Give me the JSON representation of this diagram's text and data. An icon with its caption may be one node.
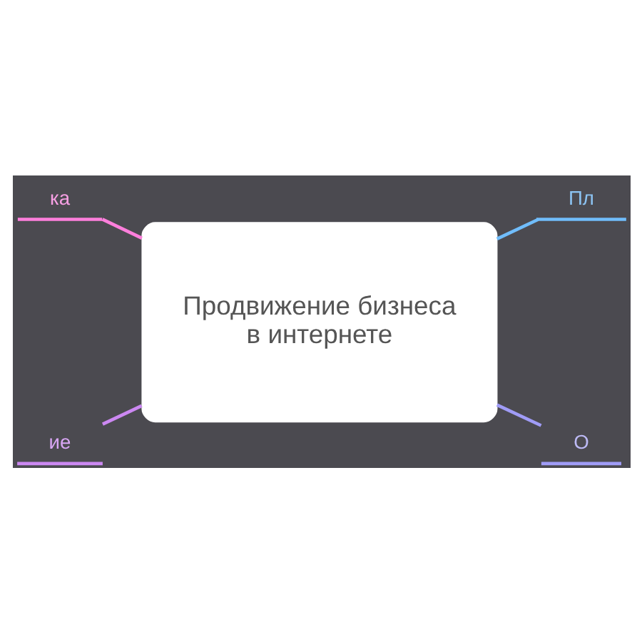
{
  "diagram": {
    "nodes": [
      {
        "text": [
          "Продвижение бизнеса в интернете"
        ]
      },
      {
        "text": [
          "ка"
        ]
      },
      {
        "text": [
          "Пл"
        ]
      },
      {
        "text": [
          "ие"
        ]
      },
      {
        "text": [
          "О"
        ]
      }
    ],
    "edges": [
      {
        "from": 1,
        "to": 0,
        "arrow": "none",
        "color": "#ff7fdc"
      },
      {
        "from": 0,
        "to": 2,
        "arrow": "none",
        "color": "#70bdfb"
      },
      {
        "from": 3,
        "to": 0,
        "arrow": "none",
        "color": "#cc88f2"
      },
      {
        "from": 0,
        "to": 4,
        "arrow": "none",
        "color": "#a09cf7"
      }
    ]
  }
}
